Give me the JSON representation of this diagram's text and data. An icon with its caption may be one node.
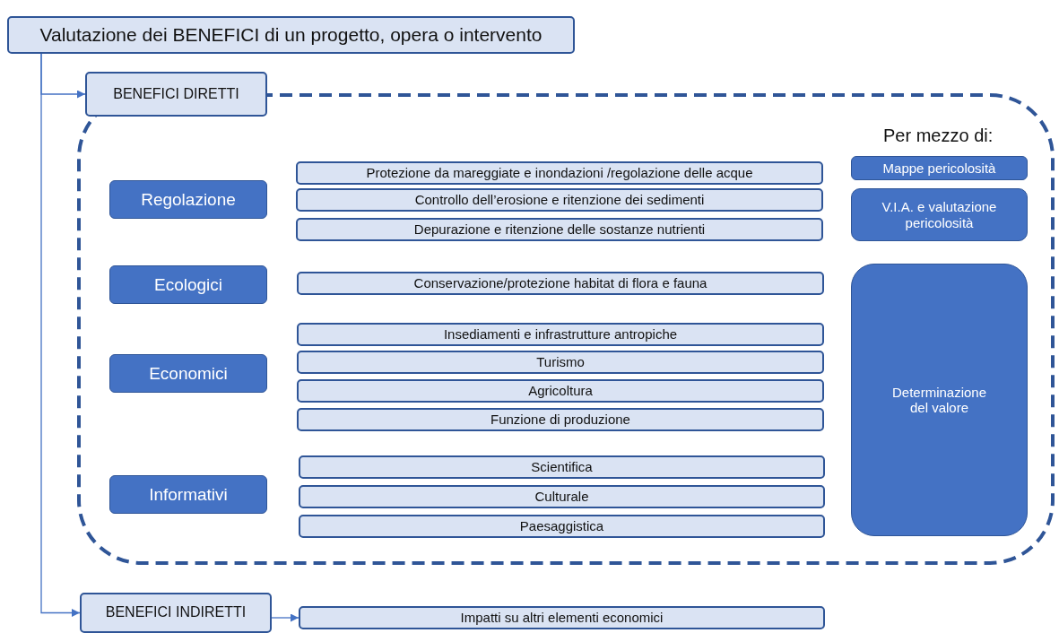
{
  "diagram": {
    "nodes": [
      {
        "text": [
          "Valutazione dei BENEFICI di un progetto, opera o intervento"
        ]
      },
      {
        "text": [
          "BENEFICI DIRETTI"
        ]
      },
      {
        "text": [],
        "shape": "box"
      },
      {
        "text": [
          "Regolazione"
        ],
        "in": 2
      },
      {
        "text": [
          "Protezione da mareggiate e inondazioni /regolazione delle acque"
        ],
        "in": 2
      },
      {
        "text": [
          "Controllo dell’erosione e ritenzione dei sedimenti"
        ],
        "in": 2
      },
      {
        "text": [
          "Depurazione e ritenzione delle sostanze nutrienti"
        ],
        "in": 2
      },
      {
        "text": [
          "Ecologici"
        ],
        "in": 2
      },
      {
        "text": [
          "Conservazione/protezione habitat di flora e fauna"
        ],
        "in": 2
      },
      {
        "text": [
          "Economici"
        ],
        "in": 2
      },
      {
        "text": [
          "Insediamenti e infrastrutture antropiche"
        ],
        "in": 2
      },
      {
        "text": [
          "Turismo"
        ],
        "in": 2
      },
      {
        "text": [
          "Agricoltura"
        ],
        "in": 2
      },
      {
        "text": [
          "Funzione di produzione"
        ],
        "in": 2
      },
      {
        "text": [
          "Informativi"
        ],
        "in": 2
      },
      {
        "text": [
          "Scientifica"
        ],
        "in": 2
      },
      {
        "text": [
          "Culturale"
        ],
        "in": 2
      },
      {
        "text": [
          "Paesaggistica"
        ],
        "in": 2
      },
      {
        "text": [
          "Mappe pericolosità"
        ],
        "in": 2
      },
      {
        "text": [
          "V.I.A. e valutazione pericolosità"
        ],
        "in": 2
      },
      {
        "text": [
          "Determinazione del valore"
        ],
        "in": 2
      },
      {
        "text": [
          "BENEFICI INDIRETTI"
        ]
      },
      {
        "text": [
          "Impatti su altri elementi economici"
        ]
      }
    ],
    "edges": [
      {
        "from": 0,
        "to": 1,
        "arrow": "to"
      },
      {
        "from": 0,
        "to": 21,
        "arrow": "to"
      },
      {
        "from": 21,
        "to": 22,
        "arrow": "to"
      }
    ],
    "labels": [
      "Per mezzo di:"
    ]
  }
}
